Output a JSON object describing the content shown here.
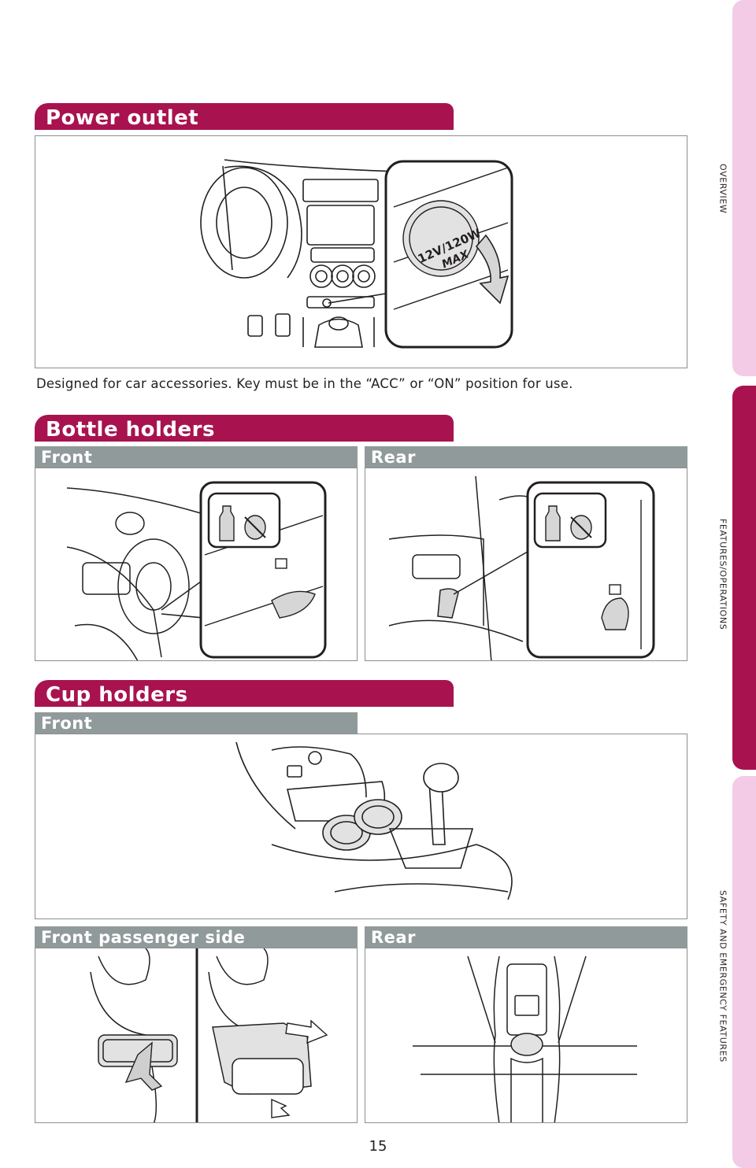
{
  "page": {
    "number": "15"
  },
  "side_nav": {
    "overview": "OVERVIEW",
    "features": "FEATURES/OPERATIONS",
    "safety": "SAFETY AND EMERGENCY FEATURES",
    "active_tab": "FEATURES/OPERATIONS"
  },
  "power_outlet": {
    "title": "Power outlet",
    "callout_line1": "12V/120W",
    "callout_line2": "MAX",
    "caption": "Designed for car accessories. Key must be in the “ACC” or “ON” position for use."
  },
  "bottle_holders": {
    "title": "Bottle holders",
    "front_label": "Front",
    "rear_label": "Rear"
  },
  "cup_holders": {
    "title": "Cup holders",
    "front_label": "Front",
    "passenger_label": "Front passenger side",
    "rear_label": "Rear"
  },
  "colors": {
    "brand": "#a8134f",
    "tab_inactive": "#f3cbe6",
    "subheader": "#909a9a"
  }
}
